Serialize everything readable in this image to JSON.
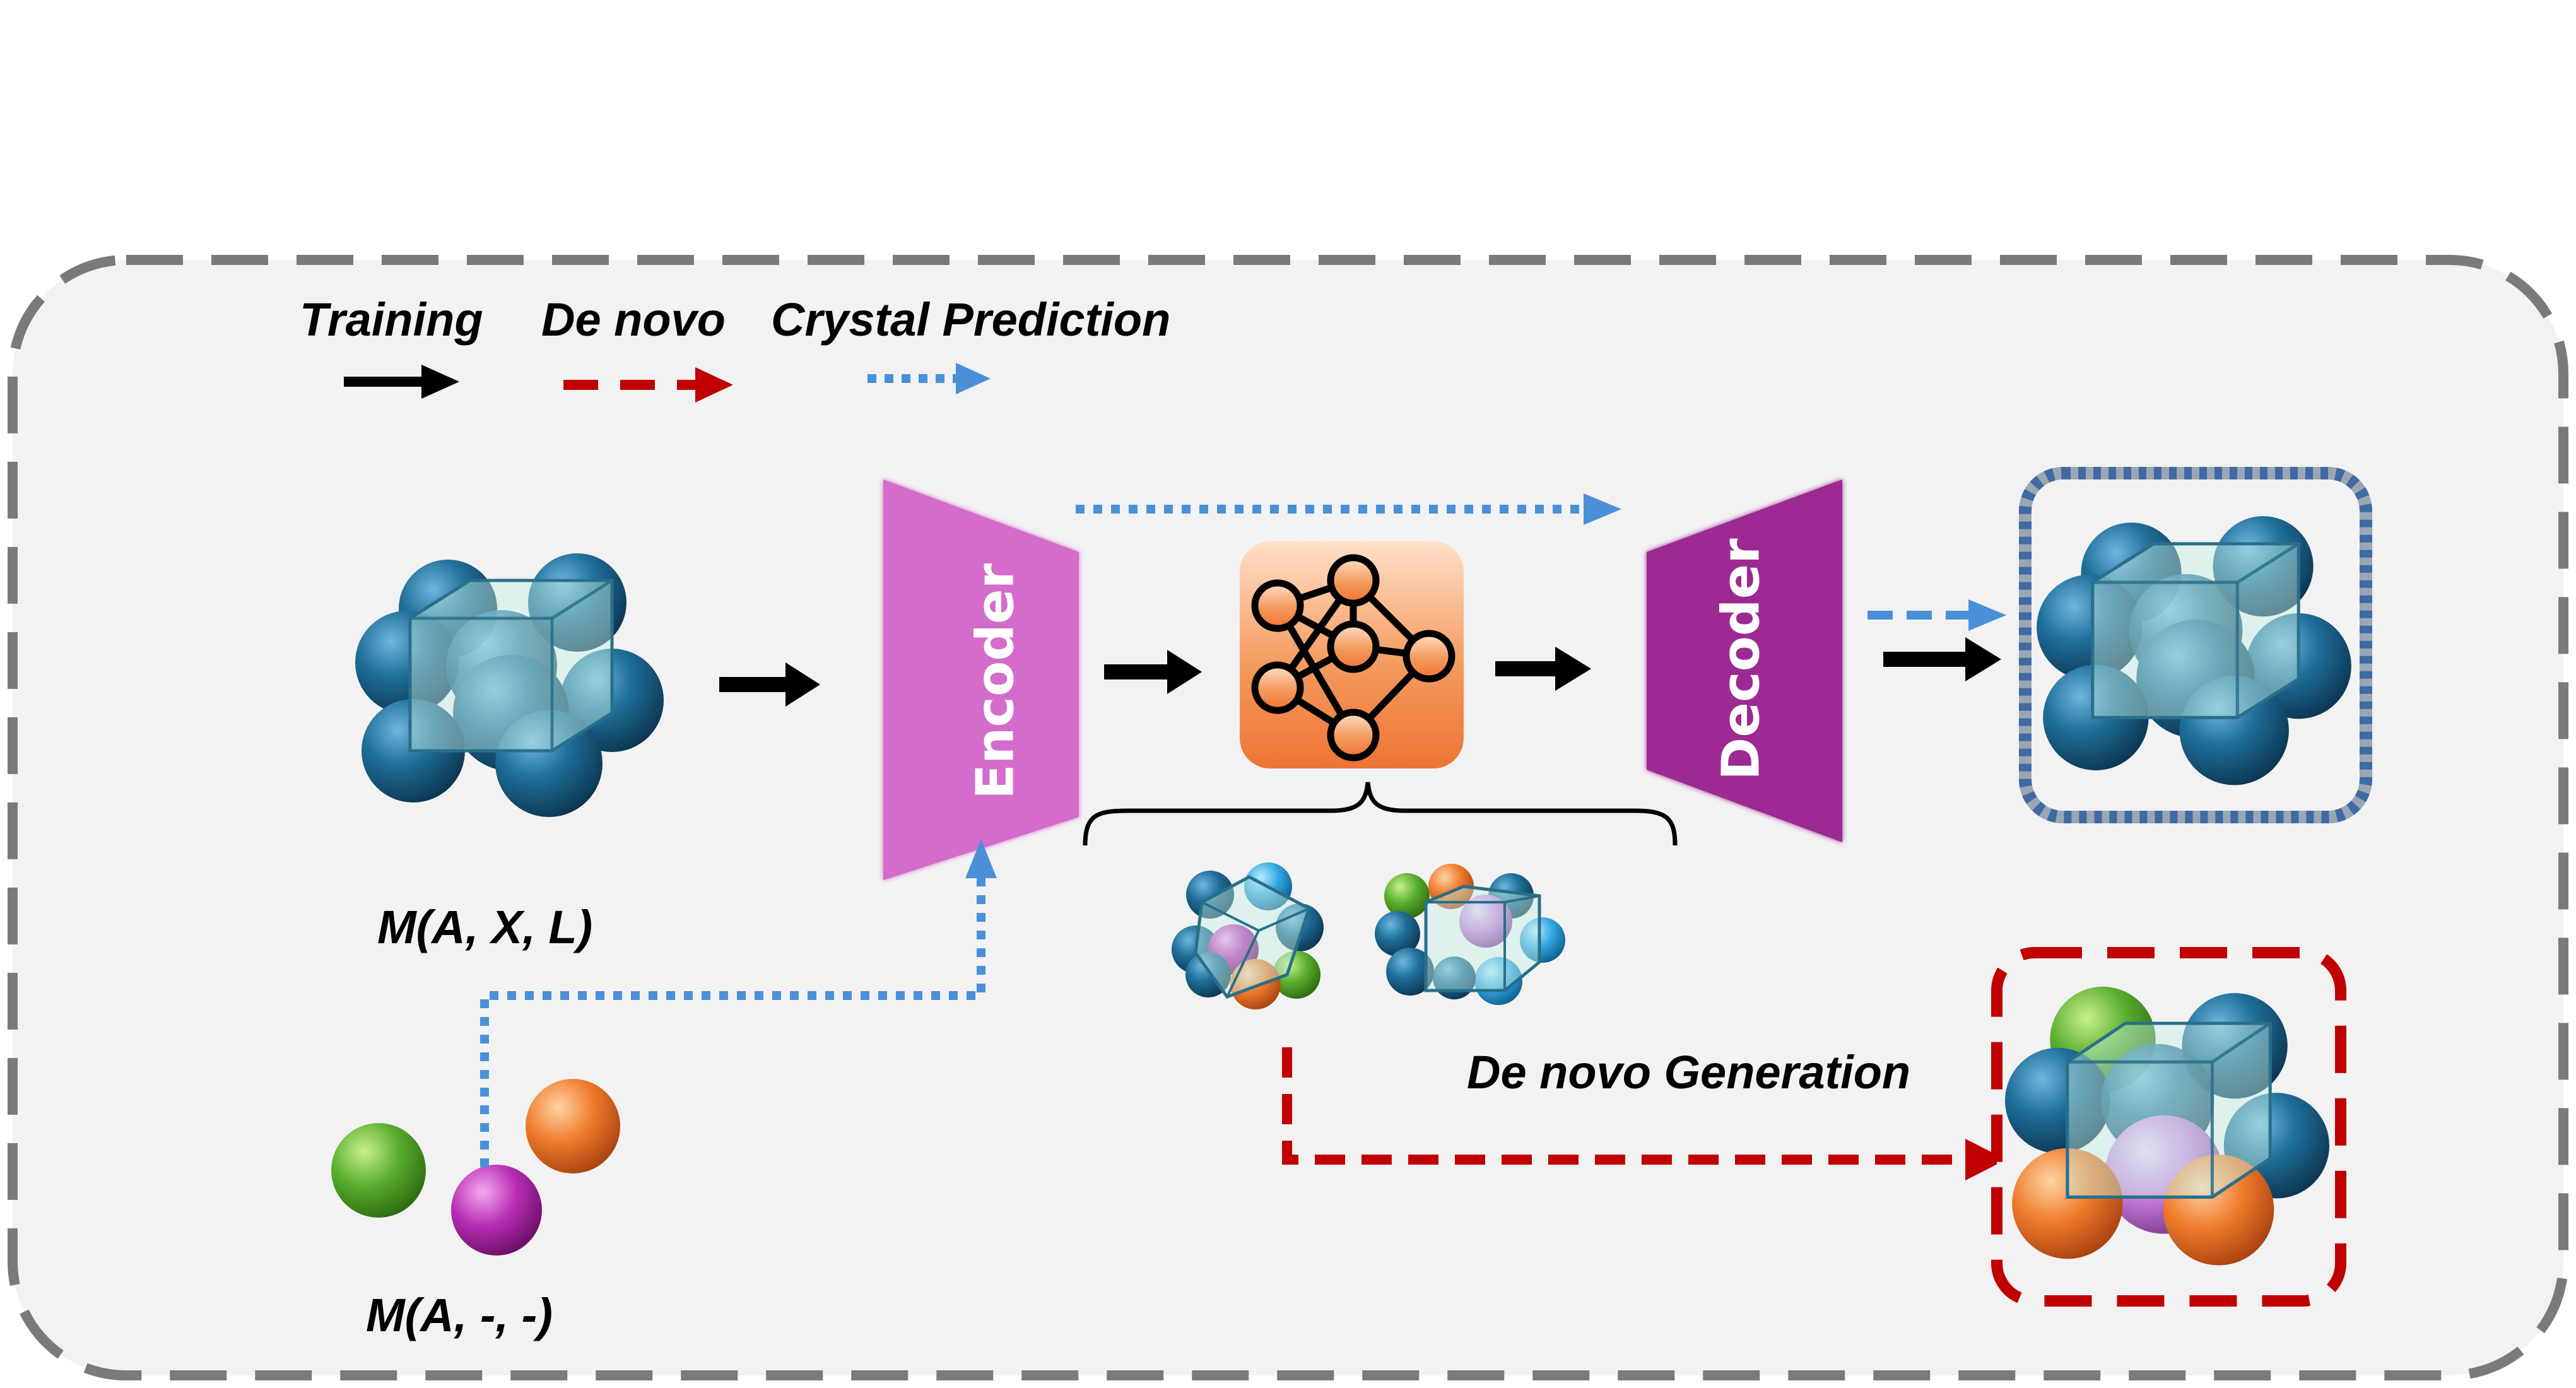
{
  "legend": {
    "training_label": "Training",
    "de_novo_label": "De novo",
    "crystal_prediction_label": "Crystal Prediction"
  },
  "blocks": {
    "encoder_label": "Encoder",
    "decoder_label": "Decoder",
    "network_icon": "neural-network-icon"
  },
  "labels": {
    "full_material": "M(A, X, L)",
    "atoms_only": "M(A, -, -)",
    "de_novo_generation": "De novo Generation"
  },
  "colors": {
    "training_arrow": "#000000",
    "de_novo_arrow": "#c00000",
    "crystal_prediction_arrow": "#4a90d9",
    "encoder": "#d46ccb",
    "decoder": "#9c2a92",
    "network_box": "#f08a48",
    "atom_blue": "#1f5f86",
    "atom_green": "#5bb031",
    "atom_orange": "#ee7a2c",
    "atom_magenta": "#b52fb0",
    "atom_pink": "#c37ad6",
    "frame_border": "#7a7a7a",
    "frame_fill": "#f2f2f2"
  }
}
